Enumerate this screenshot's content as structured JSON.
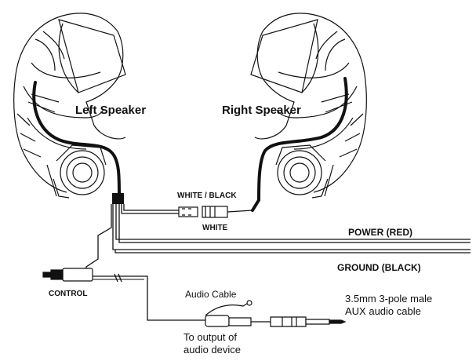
{
  "labels": {
    "left_speaker": "Left Speaker",
    "right_speaker": "Right Speaker",
    "white_black": "WHITE / BLACK",
    "white": "WHITE",
    "power": "POWER (RED)",
    "ground": "GROUND (BLACK)",
    "control": "CONTROL",
    "audio_cable": "Audio Cable",
    "output_line1": "To output of",
    "output_line2": "audio device",
    "aux_line1": "3.5mm 3-pole male",
    "aux_line2": "AUX audio cable"
  },
  "colors": {
    "line": "#111111",
    "background": "#ffffff"
  }
}
